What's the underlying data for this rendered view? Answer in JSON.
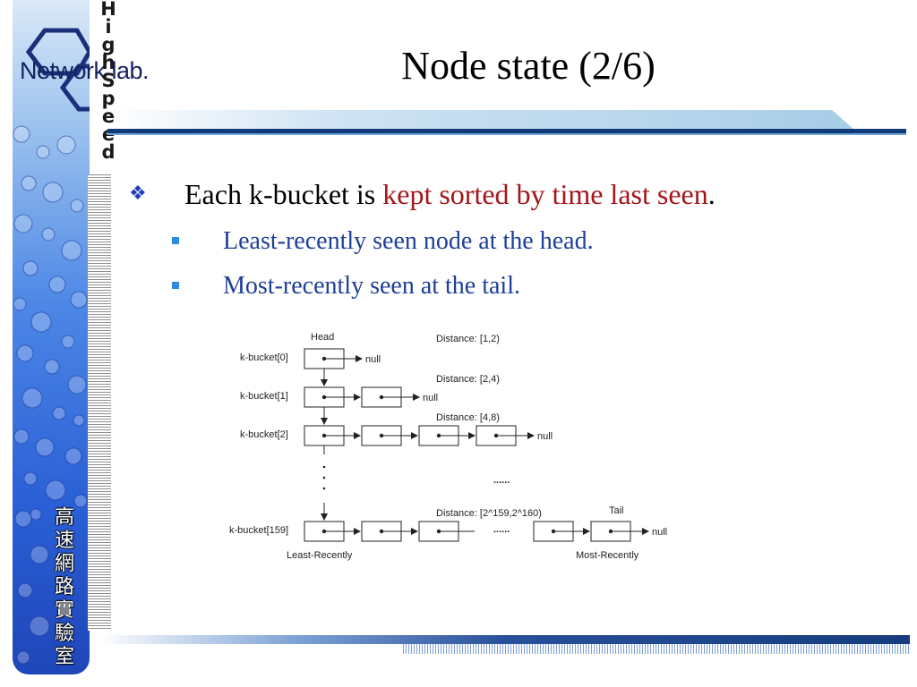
{
  "logo": {
    "lab_name": "Network lab.",
    "vertical_brand": [
      "H",
      "i",
      "g",
      "h",
      "S",
      "p",
      "e",
      "e",
      "d"
    ],
    "cjk_label": [
      "高",
      "速",
      "網",
      "路",
      "實",
      "驗",
      "室"
    ]
  },
  "slide": {
    "title": "Node state (2/6)",
    "bullet": {
      "prefix": "Each k-bucket is ",
      "highlight": "kept sorted by time last seen",
      "suffix": "."
    },
    "sub_bullets": [
      "Least-recently seen node at the head.",
      "Most-recently seen at the tail."
    ]
  },
  "diagram": {
    "head_label": "Head",
    "tail_label": "Tail",
    "null_label": "null",
    "ellipsis": "......",
    "least_label": "Least-Recently",
    "most_label": "Most-Recently",
    "buckets": [
      {
        "name": "k-bucket[0]",
        "distance": "Distance: [1,2)"
      },
      {
        "name": "k-bucket[1]",
        "distance": "Distance: [2,4)"
      },
      {
        "name": "k-bucket[2]",
        "distance": "Distance: [4,8)"
      },
      {
        "name": "k-bucket[159]",
        "distance": "Distance: [2^159,2^160)"
      }
    ]
  },
  "colors": {
    "title": "#000000",
    "highlight": "#a3161b",
    "sub_text": "#1e3f97",
    "rule_dark": "#123a7a"
  }
}
